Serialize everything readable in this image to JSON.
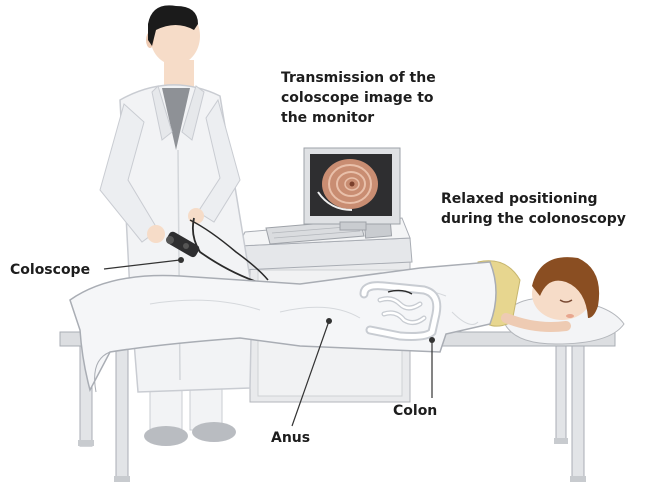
{
  "labels": {
    "transmission": {
      "lines": [
        "Transmission of the",
        "coloscope image to",
        "the monitor"
      ]
    },
    "relaxed_positioning": {
      "lines": [
        "Relaxed positioning",
        "during the colonoscopy"
      ]
    },
    "coloscope": "Coloscope",
    "anus": "Anus",
    "colon": "Colon"
  },
  "colors": {
    "label_text": "#1d1d1d",
    "leader_line": "#333333",
    "coat": "#f2f3f5",
    "coat_shadow": "#c9ccd2",
    "sheet": "#f5f6f8",
    "sheet_outline": "#a9adb4",
    "skin": "#f6dcc8",
    "doctor_hair": "#1b1b1b",
    "patient_hair": "#8a4e22",
    "patient_shirt": "#e7d68f",
    "monitor_screen": "#2e2e30",
    "colon_image": "#c98d72",
    "table_frame": "#d8dadd",
    "shoes": "#b9bcc1"
  }
}
